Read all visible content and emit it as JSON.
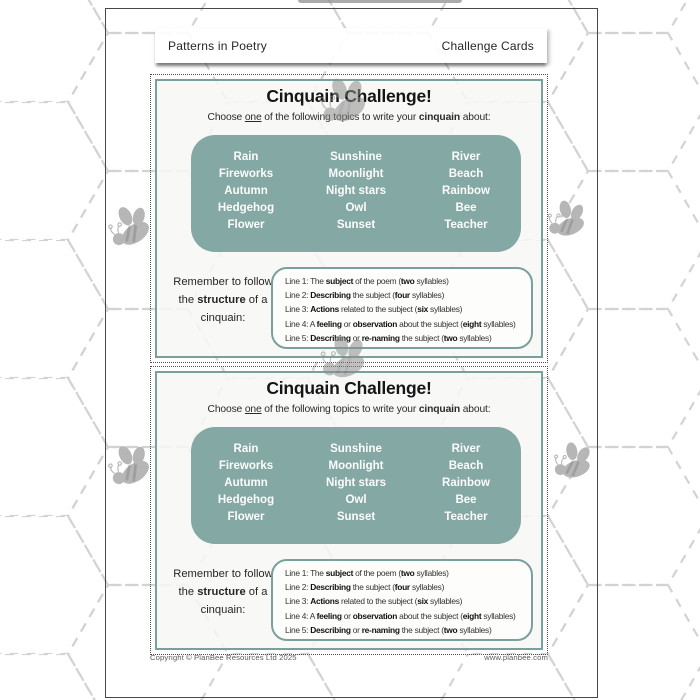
{
  "header": {
    "left": "Patterns in Poetry",
    "right": "Challenge Cards"
  },
  "footer": {
    "left": "Copyright © PlanBee Resources Ltd 2025",
    "right": "www.planbee.com"
  },
  "card": {
    "title": "Cinquain Challenge!",
    "subtitle": [
      {
        "t": "Choose "
      },
      {
        "t": "one",
        "u": true
      },
      {
        "t": " of the following topics to write your "
      },
      {
        "t": "cinquain",
        "b": true
      },
      {
        "t": " about:"
      }
    ],
    "topics": [
      [
        "Rain",
        "Fireworks",
        "Autumn",
        "Hedgehog",
        "Flower"
      ],
      [
        "Sunshine",
        "Moonlight",
        "Night stars",
        "Owl",
        "Sunset"
      ],
      [
        "River",
        "Beach",
        "Rainbow",
        "Bee",
        "Teacher"
      ]
    ],
    "reminder": [
      {
        "t": "Remember to follow the "
      },
      {
        "t": "structure",
        "b": true
      },
      {
        "t": " of a cinquain:"
      }
    ],
    "structure_lines": [
      [
        {
          "t": "Line 1: The "
        },
        {
          "t": "subject",
          "b": true
        },
        {
          "t": " of the poem ("
        },
        {
          "t": "two",
          "b": true
        },
        {
          "t": " syllables)"
        }
      ],
      [
        {
          "t": "Line 2: "
        },
        {
          "t": "Describing",
          "b": true
        },
        {
          "t": " the subject ("
        },
        {
          "t": "four",
          "b": true
        },
        {
          "t": " syllables)"
        }
      ],
      [
        {
          "t": "Line 3: "
        },
        {
          "t": "Actions",
          "b": true
        },
        {
          "t": " related to the subject ("
        },
        {
          "t": "six",
          "b": true
        },
        {
          "t": " syllables)"
        }
      ],
      [
        {
          "t": "Line 4: A "
        },
        {
          "t": "feeling",
          "b": true
        },
        {
          "t": " or "
        },
        {
          "t": "observation",
          "b": true
        },
        {
          "t": " about the subject ("
        },
        {
          "t": "eight",
          "b": true
        },
        {
          "t": " syllables)"
        }
      ],
      [
        {
          "t": "Line 5: "
        },
        {
          "t": "Describing",
          "b": true
        },
        {
          "t": " or "
        },
        {
          "t": "re-naming",
          "b": true
        },
        {
          "t": " the subject ("
        },
        {
          "t": "two",
          "b": true
        },
        {
          "t": " syllables)"
        }
      ]
    ]
  },
  "icons": {
    "bee": "bee-icon",
    "background": "honeycomb-hexagon-pattern"
  },
  "colors": {
    "teal_fill": "#84a8a4",
    "teal_border": "#78a19d",
    "card_bg": "#f6f6f5",
    "bee_gray": "#b6b6b6",
    "hex_line": "#cecece",
    "text_dark": "#222222"
  }
}
